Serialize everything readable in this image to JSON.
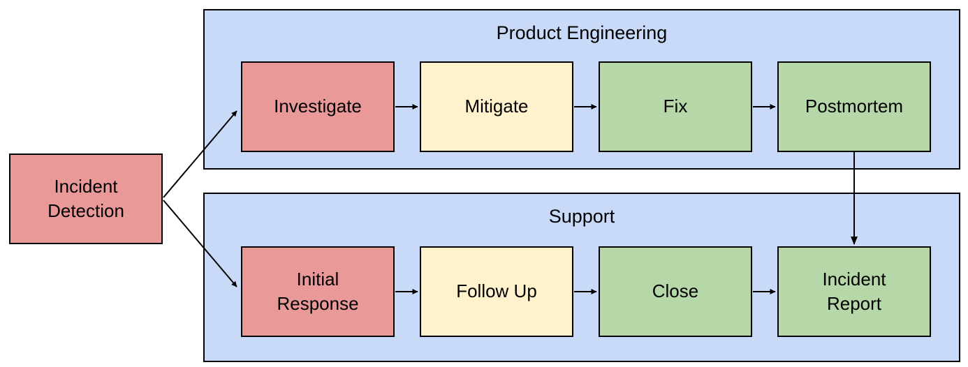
{
  "diagram": {
    "start_node": {
      "id": "incident-detection",
      "label": "Incident\nDetection",
      "fill": "#ea9999"
    },
    "lanes": [
      {
        "id": "product-engineering",
        "title": "Product Engineering",
        "fill": "#c9daf8",
        "nodes": [
          {
            "id": "investigate",
            "label": "Investigate",
            "fill": "#ea9999"
          },
          {
            "id": "mitigate",
            "label": "Mitigate",
            "fill": "#fff2cc"
          },
          {
            "id": "fix",
            "label": "Fix",
            "fill": "#b6d7a8"
          },
          {
            "id": "postmortem",
            "label": "Postmortem",
            "fill": "#b6d7a8"
          }
        ]
      },
      {
        "id": "support",
        "title": "Support",
        "fill": "#c9daf8",
        "nodes": [
          {
            "id": "initial-response",
            "label": "Initial\nResponse",
            "fill": "#ea9999"
          },
          {
            "id": "follow-up",
            "label": "Follow Up",
            "fill": "#fff2cc"
          },
          {
            "id": "close",
            "label": "Close",
            "fill": "#b6d7a8"
          },
          {
            "id": "incident-report",
            "label": "Incident\nReport",
            "fill": "#b6d7a8"
          }
        ]
      }
    ],
    "edges": [
      {
        "from": "incident-detection",
        "to": "investigate"
      },
      {
        "from": "incident-detection",
        "to": "initial-response"
      },
      {
        "from": "investigate",
        "to": "mitigate"
      },
      {
        "from": "mitigate",
        "to": "fix"
      },
      {
        "from": "fix",
        "to": "postmortem"
      },
      {
        "from": "initial-response",
        "to": "follow-up"
      },
      {
        "from": "follow-up",
        "to": "close"
      },
      {
        "from": "close",
        "to": "incident-report"
      },
      {
        "from": "postmortem",
        "to": "incident-report"
      }
    ],
    "colors": {
      "node_red": "#ea9999",
      "node_yellow": "#fff2cc",
      "node_green": "#b6d7a8",
      "lane_blue": "#c9daf8",
      "border": "#000000",
      "text": "#000000"
    }
  }
}
